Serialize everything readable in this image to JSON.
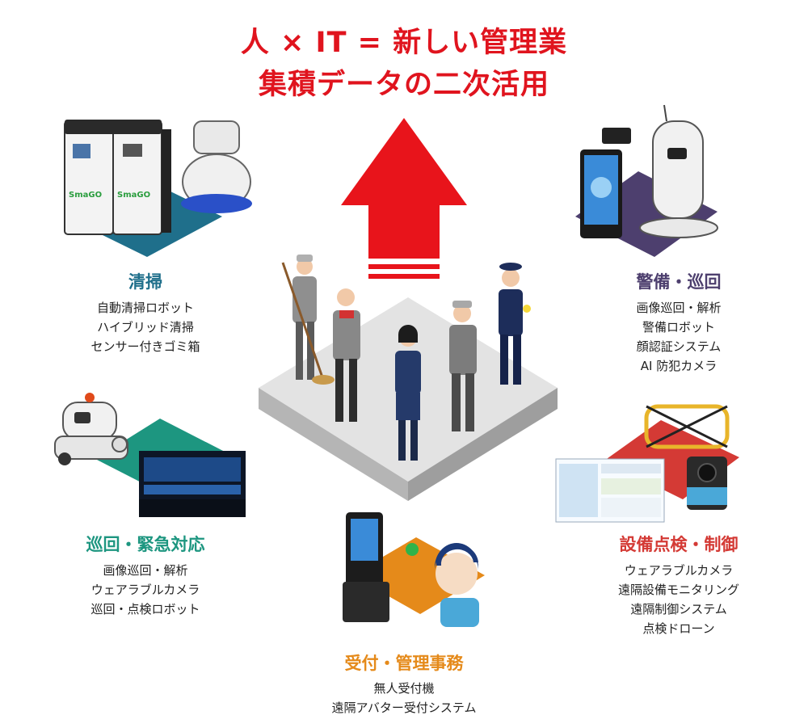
{
  "header": {
    "line1": "人 × IT = 新しい管理業",
    "line2": "集積データの二次活用"
  },
  "colors": {
    "title_red": "#e0141e",
    "cleaning": "#1f6f8b",
    "security": "#4d3f6e",
    "emergency": "#1d9680",
    "facility": "#d43a35",
    "reception": "#e58a1a"
  },
  "sections": {
    "cleaning": {
      "title": "清掃",
      "items": [
        "自動清掃ロボット",
        "ハイブリッド清掃",
        "センサー付きゴミ箱"
      ],
      "bin_brand": "SmaGO"
    },
    "security": {
      "title": "警備・巡回",
      "items": [
        "画像巡回・解析",
        "警備ロボット",
        "顔認証システム",
        "AI 防犯カメラ"
      ]
    },
    "emergency": {
      "title": "巡回・緊急対応",
      "items": [
        "画像巡回・解析",
        "ウェアラブルカメラ",
        "巡回・点検ロボット"
      ]
    },
    "facility": {
      "title": "設備点検・制御",
      "items": [
        "ウェアラブルカメラ",
        "遠隔設備モニタリング",
        "遠隔制御システム",
        "点検ドローン"
      ]
    },
    "reception": {
      "title": "受付・管理事務",
      "items": [
        "無人受付機",
        "遠隔アバター受付システム"
      ]
    }
  }
}
